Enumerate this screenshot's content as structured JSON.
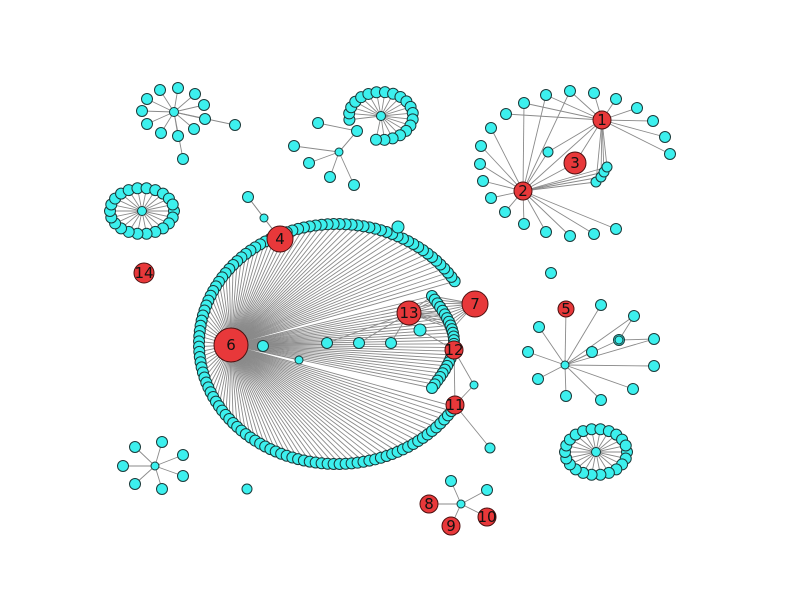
{
  "colors": {
    "leaf": "#3cf0ee",
    "hub": "#e8383a",
    "edge": "#8a8a8a"
  },
  "hub_labels": [
    "1",
    "2",
    "3",
    "4",
    "5",
    "6",
    "7",
    "8",
    "9",
    "10",
    "11",
    "12",
    "13",
    "14"
  ]
}
